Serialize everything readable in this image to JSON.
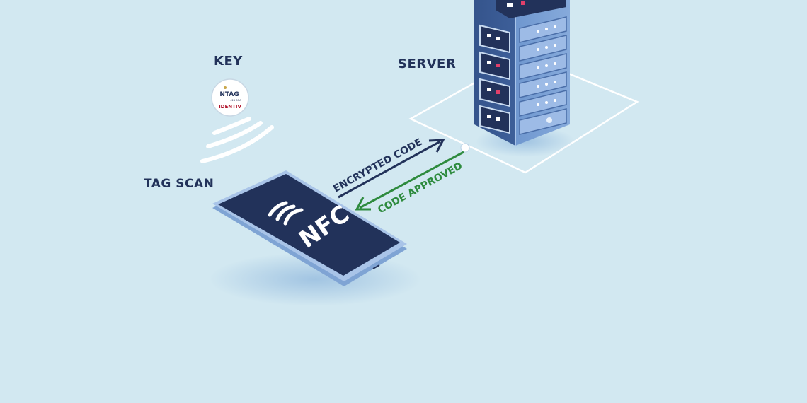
{
  "labels": {
    "key": "KEY",
    "server": "SERVER",
    "tag_scan": "TAG SCAN"
  },
  "tag": {
    "brand_top": "NTAG",
    "brand_small": "424 DNA",
    "brand_bottom": "IDENTIV"
  },
  "phone": {
    "nfc_text": "NFC"
  },
  "arrows": {
    "encrypted": "ENCRYPTED CODE",
    "approved": "CODE APPROVED"
  },
  "colors": {
    "background": "#d2e8f1",
    "navy": "#22325a",
    "approved_green": "#2e8b3e",
    "server_blue": "#5b86c0"
  }
}
